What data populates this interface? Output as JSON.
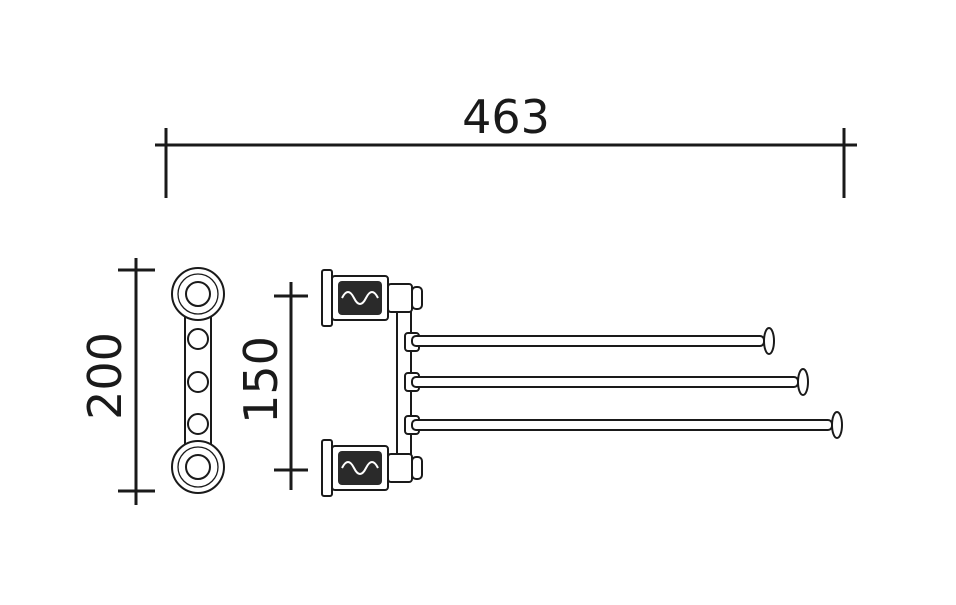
{
  "dimensions": {
    "width_label": "463",
    "height_total_label": "200",
    "height_inner_label": "150"
  },
  "colors": {
    "ink": "#1a1a1a",
    "background": "#ffffff"
  }
}
